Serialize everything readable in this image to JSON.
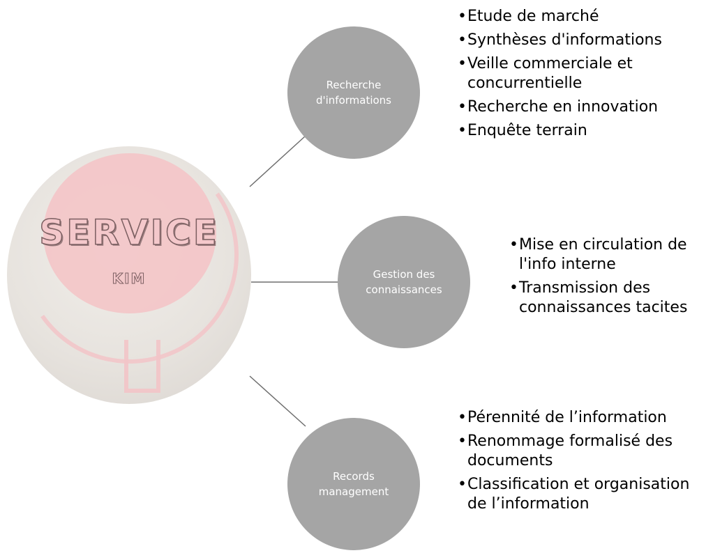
{
  "hub": {
    "title": "SERVICE",
    "subtitle": "KIM"
  },
  "nodes": [
    {
      "label": "Recherche\nd'informations"
    },
    {
      "label": "Gestion des\nconnaissances"
    },
    {
      "label": "Records\nmanagement"
    }
  ],
  "lists": [
    {
      "items": [
        "Etude de marché",
        "Synthèses d'informations",
        "Veille commerciale et concurrentielle",
        "Recherche en innovation",
        "Enquête terrain"
      ]
    },
    {
      "items": [
        "Mise en circulation de l'info interne",
        "Transmission des connaissances tacites"
      ]
    },
    {
      "items": [
        "Pérennité de l’information",
        "Renommage formalisé des documents",
        "Classification et organisation de l’information"
      ]
    }
  ],
  "colors": {
    "node_fill": "#a5a5a5",
    "connector": "#6e6e6e",
    "logo_pink": "#f3c5c8",
    "logo_background": "#e7e3de"
  }
}
